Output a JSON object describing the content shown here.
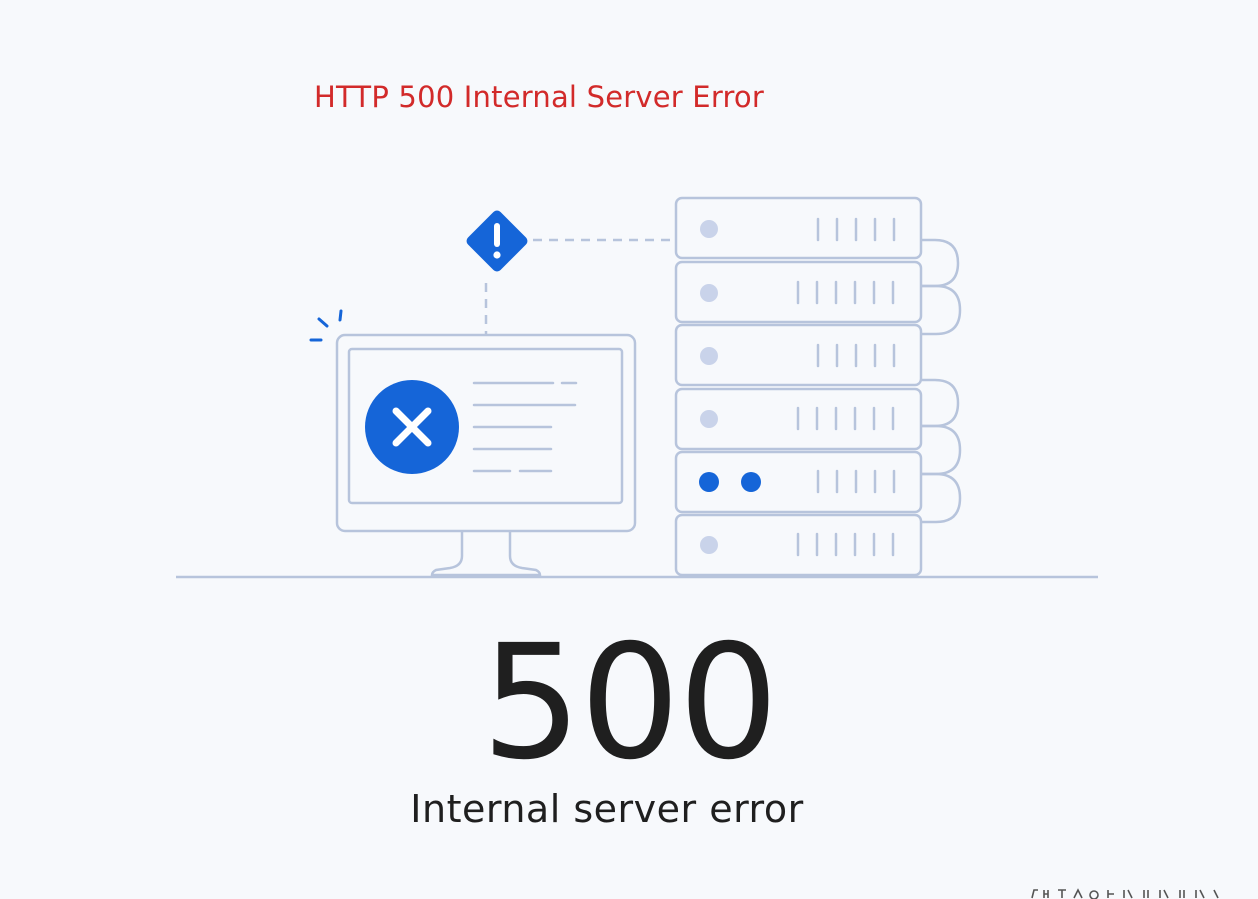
{
  "header": {
    "title": "HTTP 500 Internal Server Error"
  },
  "main": {
    "error_code": "500",
    "error_message": "Internal server error"
  },
  "icons": {
    "warning": "warning-diamond-icon",
    "error": "error-x-icon",
    "monitor": "monitor-icon",
    "server": "server-rack-icon"
  },
  "colors": {
    "title": "#d22a2a",
    "accent_blue": "#1565d8",
    "line": "#b7c4dc",
    "light_dot": "#c9d3ea",
    "text": "#1f1f1f",
    "background": "#f7f9fc"
  }
}
